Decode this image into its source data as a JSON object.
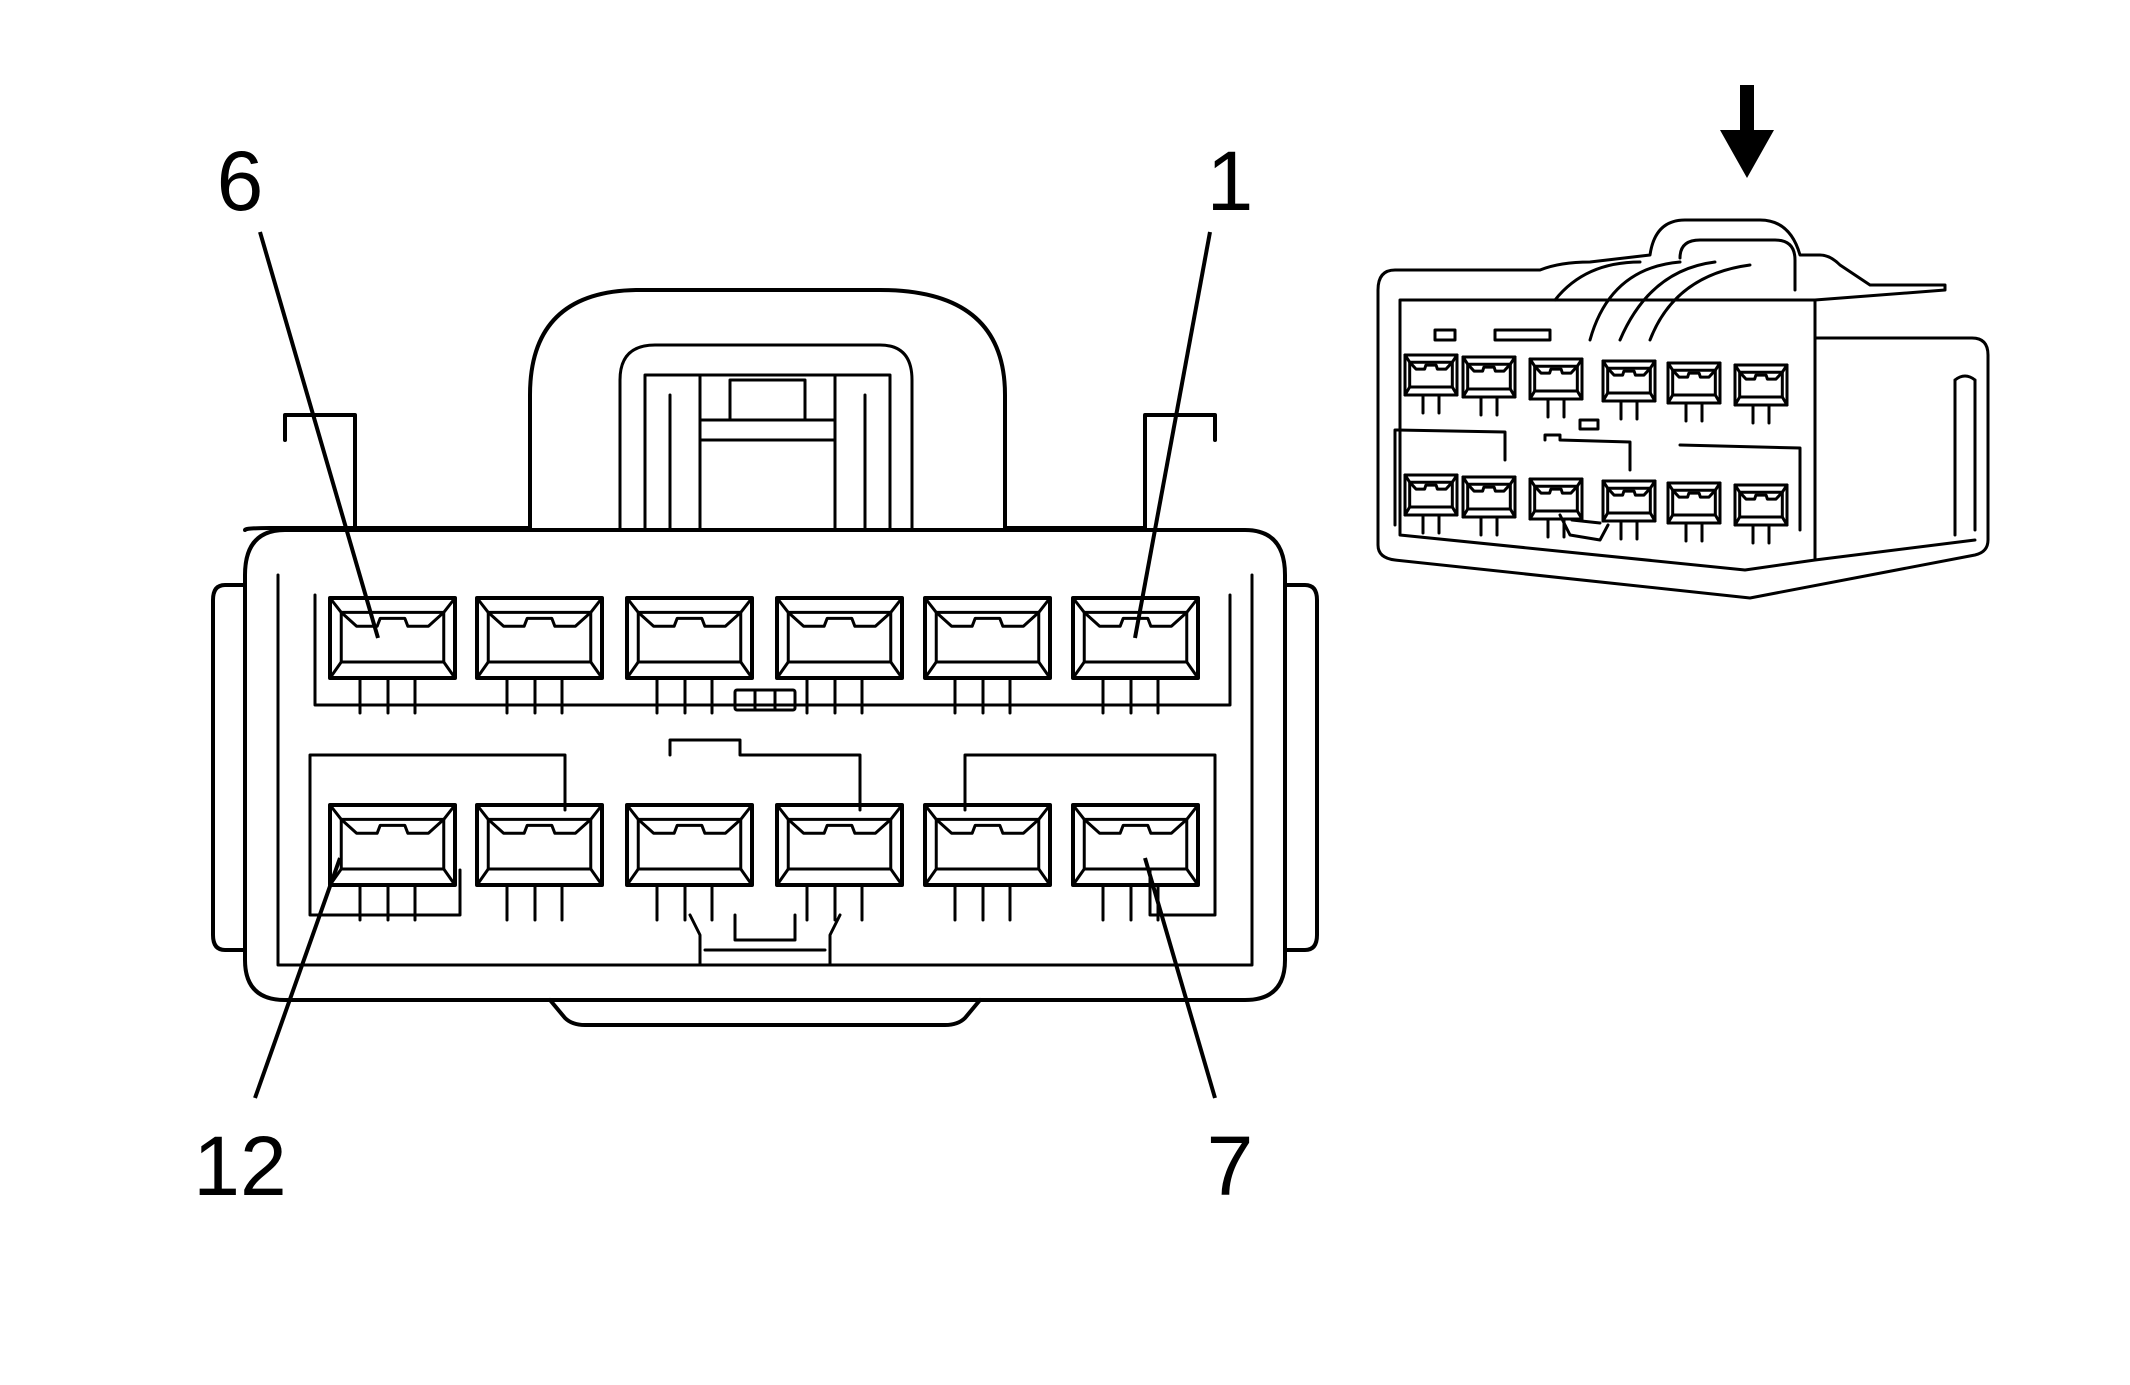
{
  "diagram": {
    "main_view": {
      "pin_labels": {
        "top_left": "6",
        "top_right": "1",
        "bottom_left": "12",
        "bottom_right": "7"
      },
      "rows": [
        {
          "name": "upper-row",
          "cavities": 6
        },
        {
          "name": "lower-row",
          "cavities": 6
        }
      ]
    },
    "inset_view": {
      "indicator": "arrow-down-icon",
      "rows": [
        {
          "name": "upper-row",
          "cavities": 6
        },
        {
          "name": "lower-row",
          "cavities": 6
        }
      ]
    },
    "colors": {
      "ink": "#000000",
      "background": "#ffffff"
    }
  }
}
